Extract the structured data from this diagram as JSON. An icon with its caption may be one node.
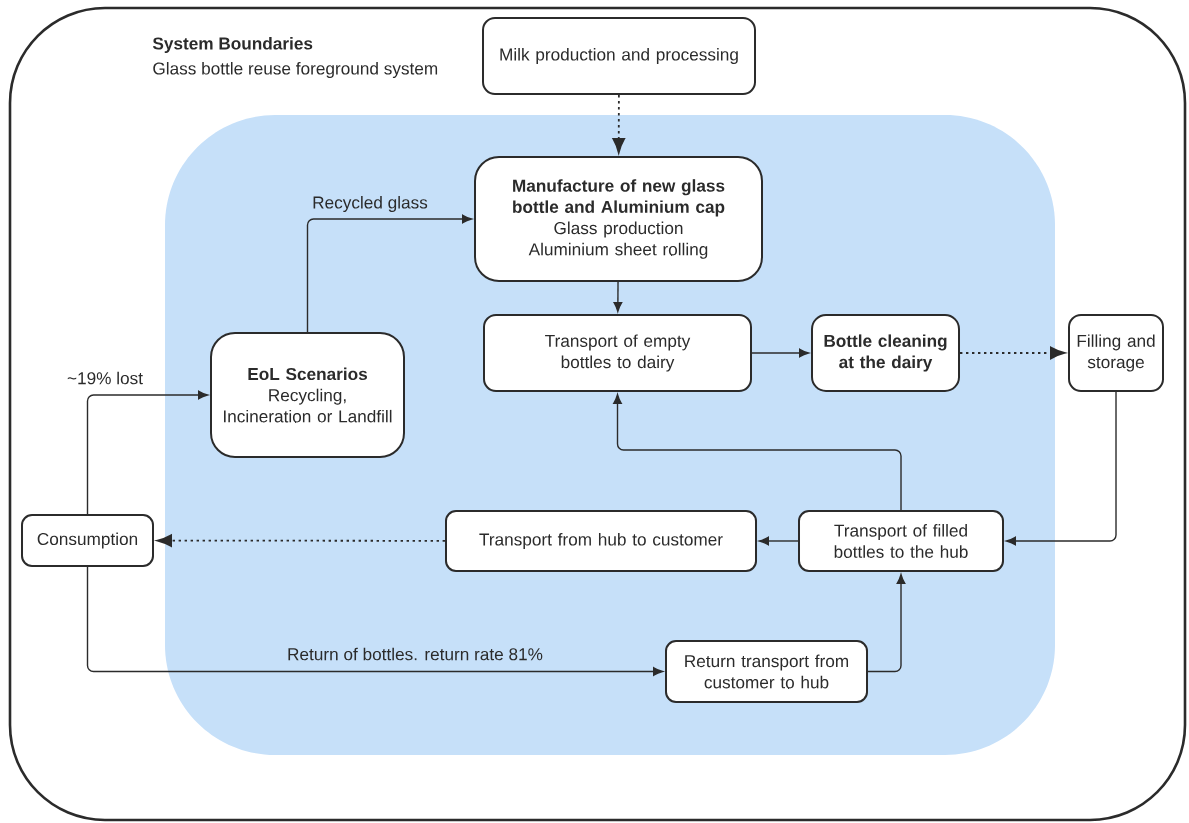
{
  "diagram": {
    "nodes": [
      {
        "text": [
          "System Boundaries",
          "Glass bottle reuse foreground system"
        ]
      },
      {
        "text": [
          "Milk production and processing"
        ],
        "in": 0
      },
      {
        "text": [],
        "shape": "box",
        "in": 0
      },
      {
        "text": [
          "Manufacture of new glass bottle and Aluminium cap",
          "Glass production Aluminium sheet rolling"
        ],
        "in": 2
      },
      {
        "text": [
          "EoL Scenarios",
          "Recycling, Incineration or Landfill"
        ],
        "in": 2
      },
      {
        "text": [
          "Transport of empty bottles to dairy"
        ],
        "in": 2
      },
      {
        "text": [
          "Bottle cleaning at the dairy"
        ],
        "in": 2
      },
      {
        "text": [
          "Filling and storage"
        ],
        "in": 0
      },
      {
        "text": [
          "Consumption"
        ],
        "in": 0
      },
      {
        "text": [
          "Transport from hub to customer"
        ],
        "in": 2
      },
      {
        "text": [
          "Transport of filled bottles to the hub"
        ],
        "in": 2
      },
      {
        "text": [
          "Return transport from customer to hub"
        ],
        "in": 2
      }
    ],
    "edges": [
      {
        "from": 1,
        "to": 3,
        "arrow": "to",
        "style": "dashed"
      },
      {
        "from": 4,
        "to": 3,
        "arrow": "to",
        "label": "Recycled glass"
      },
      {
        "from": 3,
        "to": 5,
        "arrow": "to"
      },
      {
        "from": 5,
        "to": 6,
        "arrow": "to"
      },
      {
        "from": 6,
        "to": 7,
        "arrow": "to",
        "style": "dashed"
      },
      {
        "from": 7,
        "to": 10,
        "arrow": "to"
      },
      {
        "from": 10,
        "to": 9,
        "arrow": "to"
      },
      {
        "from": 9,
        "to": 8,
        "arrow": "to",
        "style": "dashed"
      },
      {
        "from": 8,
        "to": 4,
        "arrow": "to",
        "label": "~19% lost"
      },
      {
        "from": 8,
        "to": 11,
        "arrow": "to",
        "label": "Return of bottles. return rate 81%"
      },
      {
        "from": 11,
        "to": 10,
        "arrow": "to"
      },
      {
        "from": 10,
        "to": 5,
        "arrow": "to"
      }
    ]
  }
}
